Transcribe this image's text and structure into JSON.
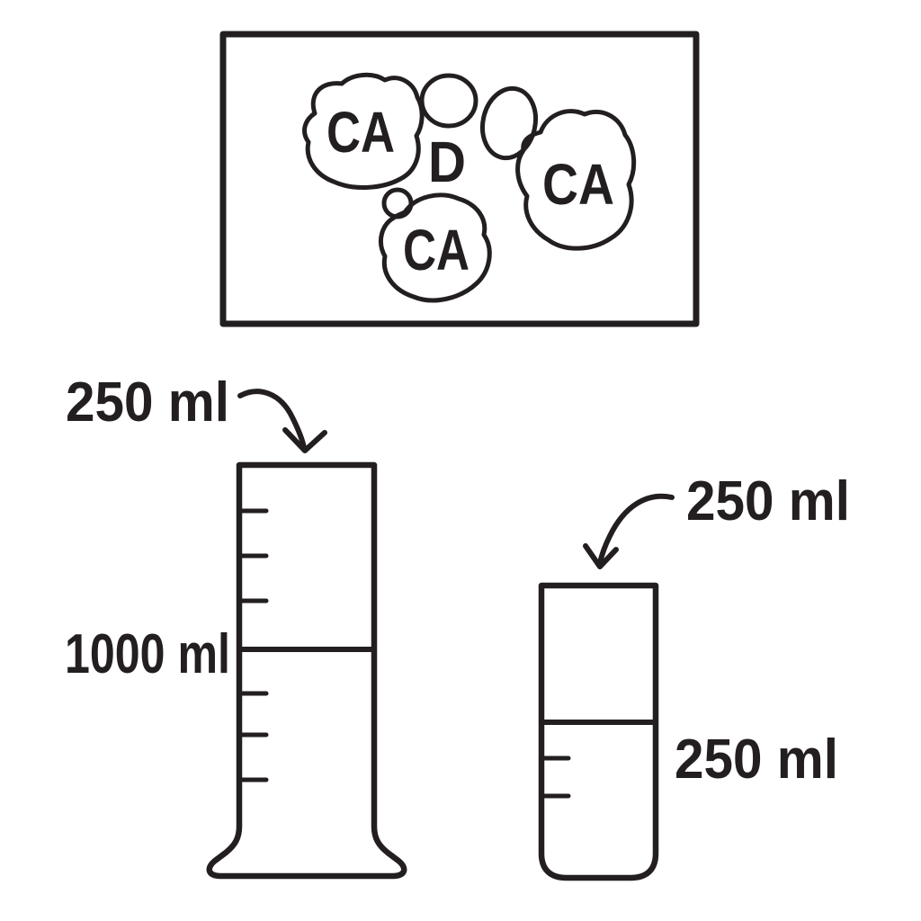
{
  "colors": {
    "ink": "#231f20",
    "background": "#ffffff"
  },
  "specimen_panel": {
    "blobs": {
      "left_label": "CA",
      "right_label": "CA",
      "bottom_label": "CA",
      "center_letter": "D"
    }
  },
  "large_cylinder": {
    "capacity_label": "250 ml",
    "contents_label": "1000 ml"
  },
  "small_cylinder": {
    "capacity_label": "250 ml",
    "contents_label": "250 ml"
  }
}
